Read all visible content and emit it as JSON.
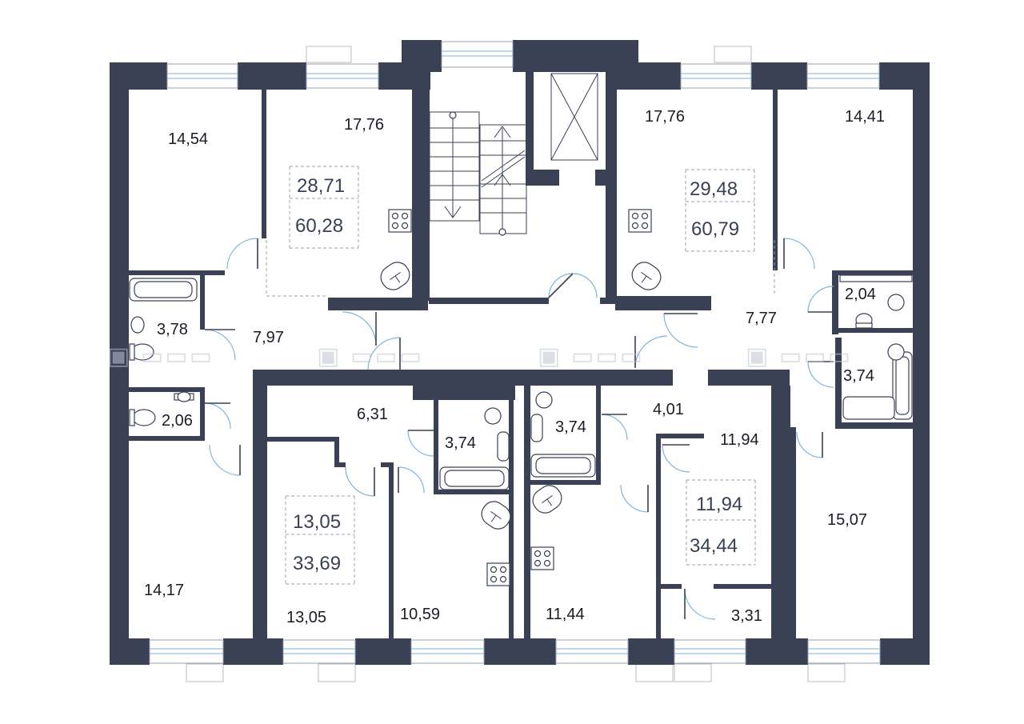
{
  "rooms": [
    {
      "id": "r1",
      "area": "14,54"
    },
    {
      "id": "r2",
      "area": "17,76"
    },
    {
      "id": "r3",
      "area": "17,76"
    },
    {
      "id": "r4",
      "area": "14,41"
    },
    {
      "id": "r5",
      "area": "3,78"
    },
    {
      "id": "r6",
      "area": "7,97"
    },
    {
      "id": "r7",
      "area": "2,04"
    },
    {
      "id": "r8",
      "area": "7,77"
    },
    {
      "id": "r9",
      "area": "3,74"
    },
    {
      "id": "r10",
      "area": "2,06"
    },
    {
      "id": "r11",
      "area": "6,31"
    },
    {
      "id": "r12",
      "area": "3,74"
    },
    {
      "id": "r13",
      "area": "3,74"
    },
    {
      "id": "r14",
      "area": "4,01"
    },
    {
      "id": "r15",
      "area": "11,94"
    },
    {
      "id": "r16",
      "area": "15,07"
    },
    {
      "id": "r17",
      "area": "14,17"
    },
    {
      "id": "r18",
      "area": "13,05"
    },
    {
      "id": "r19",
      "area": "10,59"
    },
    {
      "id": "r20",
      "area": "11,44"
    },
    {
      "id": "r21",
      "area": "3,31"
    }
  ],
  "apartments": [
    {
      "id": "a1",
      "living": "28,71",
      "total": "60,28"
    },
    {
      "id": "a2",
      "living": "29,48",
      "total": "60,79"
    },
    {
      "id": "a3",
      "living": "13,05",
      "total": "33,69"
    },
    {
      "id": "a4",
      "living": "11,94",
      "total": "34,44"
    }
  ],
  "colors": {
    "wall": "#3b4155",
    "window_glass": "#7fb3d9",
    "background": "#ffffff"
  }
}
